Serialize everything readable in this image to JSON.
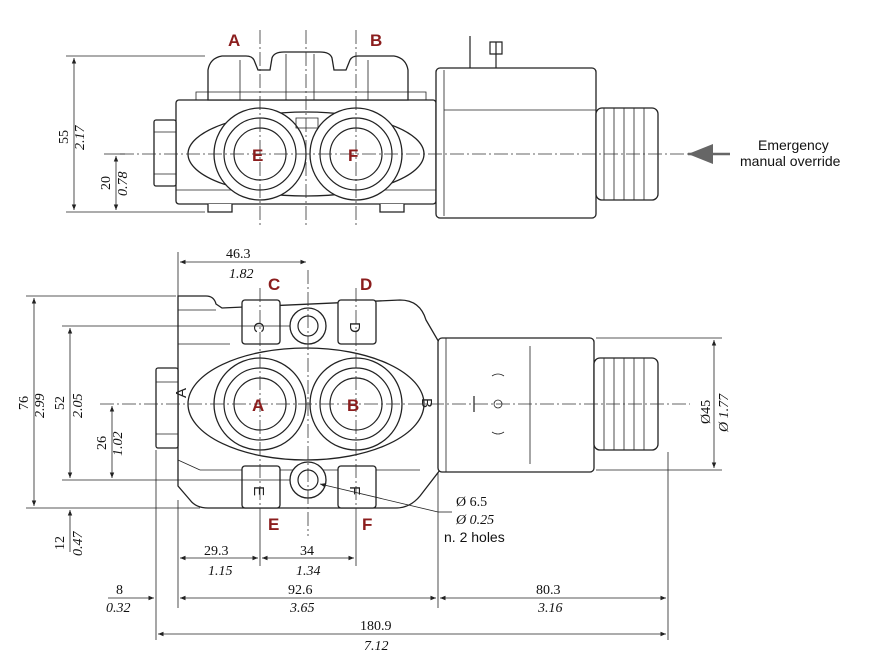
{
  "ports": {
    "A": "A",
    "B": "B",
    "C": "C",
    "D": "D",
    "E": "E",
    "F": "F"
  },
  "override_note": {
    "line1": "Emergency",
    "line2": "manual override"
  },
  "holes_note": {
    "dia_mm": "Ø 6.5",
    "dia_in": "Ø 0.25",
    "count": "n. 2 holes"
  },
  "dims_top_view": {
    "height_mm": "55",
    "height_in": "2.17",
    "axis_mm": "20",
    "axis_in": "0.78"
  },
  "dims_front_view": {
    "height_mm": "76",
    "height_in": "2.99",
    "holes_mm": "52",
    "holes_in": "2.05",
    "axis_mm": "26",
    "axis_in": "1.02",
    "bottom_mm": "12",
    "bottom_in": "0.47",
    "coil_dia_mm": "Ø45",
    "coil_dia_in": "Ø 1.77",
    "ports_x_mm": "46.3",
    "ports_x_in": "1.82",
    "hole1_mm": "29.3",
    "hole1_in": "1.15",
    "hole_spacing_mm": "34",
    "hole_spacing_in": "1.34",
    "left_mm": "8",
    "left_in": "0.32",
    "body_mm": "92.6",
    "body_in": "3.65",
    "coil_mm": "80.3",
    "coil_in": "3.16",
    "total_mm": "180.9",
    "total_in": "7.12"
  },
  "body_stamps": {
    "a": "A",
    "b": "B",
    "c": "C",
    "d": "D",
    "e": "E",
    "f": "F"
  }
}
